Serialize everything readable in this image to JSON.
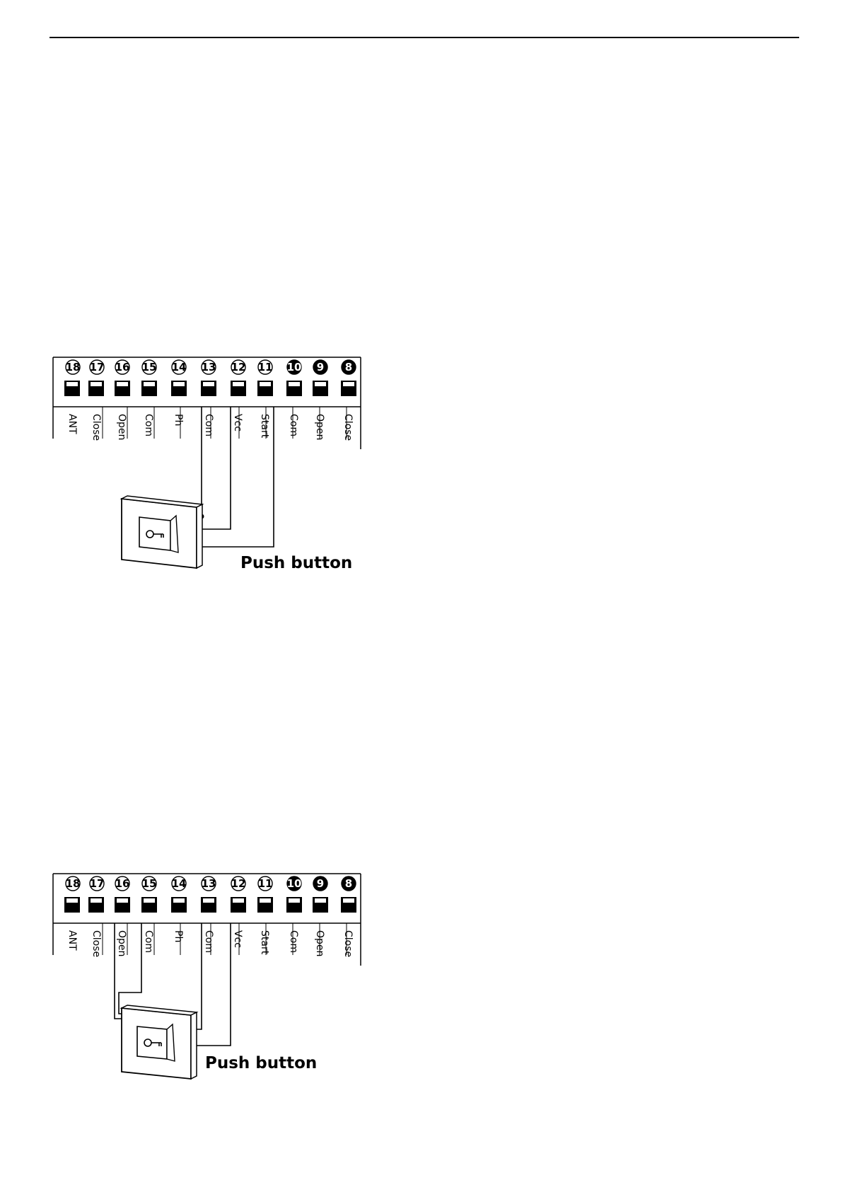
{
  "terminals": [
    {
      "number": "18",
      "label": "ANT"
    },
    {
      "number": "17",
      "label": "Close"
    },
    {
      "number": "16",
      "label": "Open"
    },
    {
      "number": "15",
      "label": "Com"
    },
    {
      "number": "14",
      "label": "Ph"
    },
    {
      "number": "13",
      "label": "Com"
    },
    {
      "number": "12",
      "label": "Vcc"
    },
    {
      "number": "11",
      "label": "Start"
    },
    {
      "number": "10",
      "label": "Com"
    },
    {
      "number": "9",
      "label": "Open"
    },
    {
      "number": "8",
      "label": "Close"
    }
  ],
  "diagrams": [
    {
      "caption": "Push button",
      "connected_terminals": [
        "13",
        "12",
        "11"
      ]
    },
    {
      "caption": "Push button",
      "connected_terminals": [
        "16",
        "15",
        "13",
        "12"
      ]
    }
  ]
}
